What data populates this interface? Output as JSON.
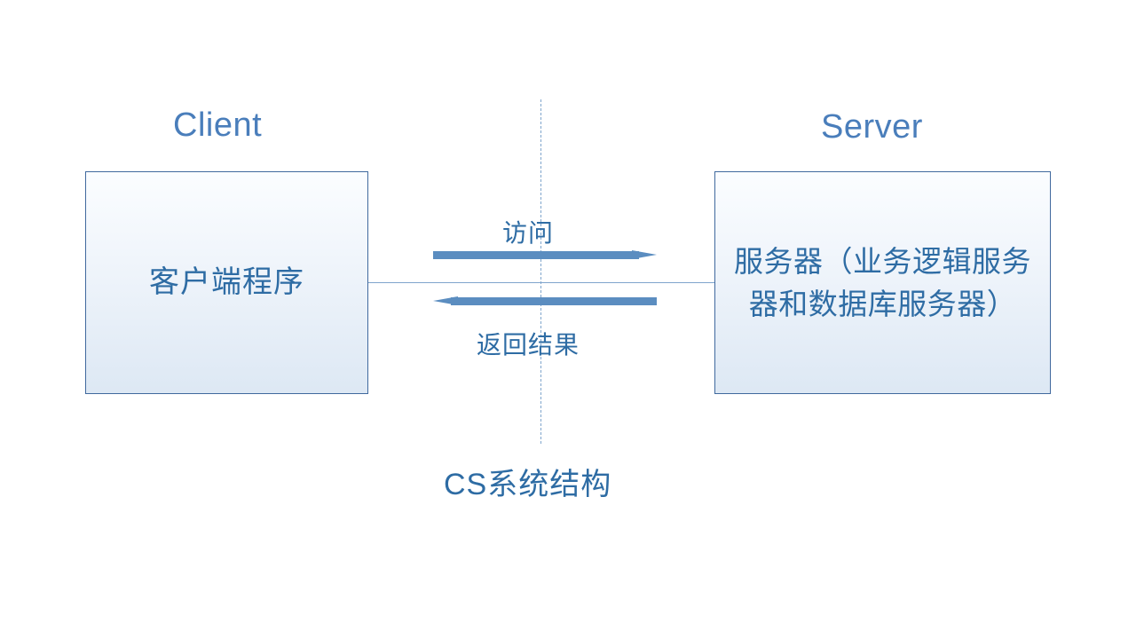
{
  "diagram": {
    "caption": "CS系统结构",
    "headings": {
      "client": "Client",
      "server": "Server"
    },
    "nodes": [
      {
        "id": "client-box",
        "label": "客户端程序"
      },
      {
        "id": "server-box",
        "label": "服务器（业务逻辑服务器和数据库服务器）"
      }
    ],
    "arrows": [
      {
        "id": "request",
        "label": "访问",
        "direction": "client-to-server"
      },
      {
        "id": "response",
        "label": "返回结果",
        "direction": "server-to-client"
      }
    ],
    "colors": {
      "accent": "#5b8dc0",
      "text": "#2e6ca4",
      "heading": "#4a7ebb",
      "box_border": "#40699e",
      "box_fill_top": "#fbfdff",
      "box_fill_bottom": "#dde8f4",
      "divider": "#7fa5cc"
    }
  }
}
